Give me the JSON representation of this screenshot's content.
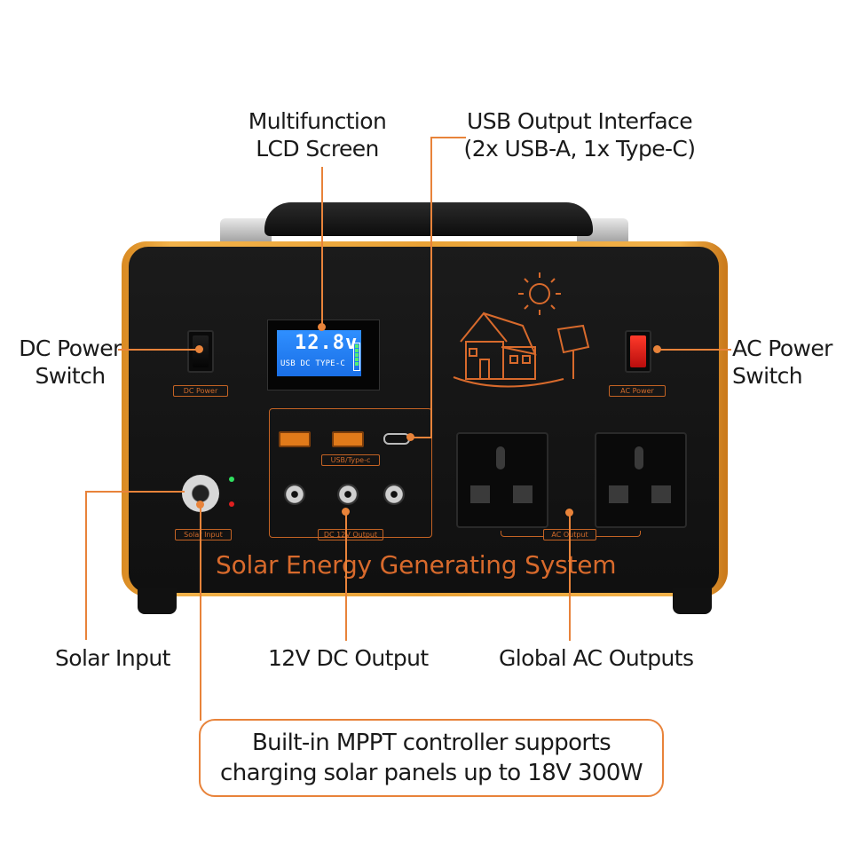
{
  "labels": {
    "lcd": "Multifunction\nLCD Screen",
    "usb": "USB Output Interface\n(2x USB-A, 1x Type-C)",
    "dc_switch": "DC Power\nSwitch",
    "ac_switch": "AC Power\nSwitch",
    "solar_input": "Solar Input",
    "dc_output": "12V DC Output",
    "ac_outputs": "Global AC Outputs"
  },
  "callout": "Built-in MPPT controller supports\ncharging solar panels up to 18V 300W",
  "device": {
    "title": "Solar Energy Generating System",
    "lcd_value": "12.8v",
    "lcd_sub": "USB DC TYPE-C",
    "tag_dc_power": "DC Power",
    "tag_ac_power": "AC Power",
    "tag_usb": "USB/Type-c",
    "tag_dc_out": "DC 12V Output",
    "tag_ac_out": "AC Output",
    "tag_solar": "Solar Input"
  },
  "colors": {
    "accent": "#e8833a",
    "device_orange": "#e9a236",
    "panel_black": "#141414",
    "lcd_blue": "#1a6fe6"
  }
}
